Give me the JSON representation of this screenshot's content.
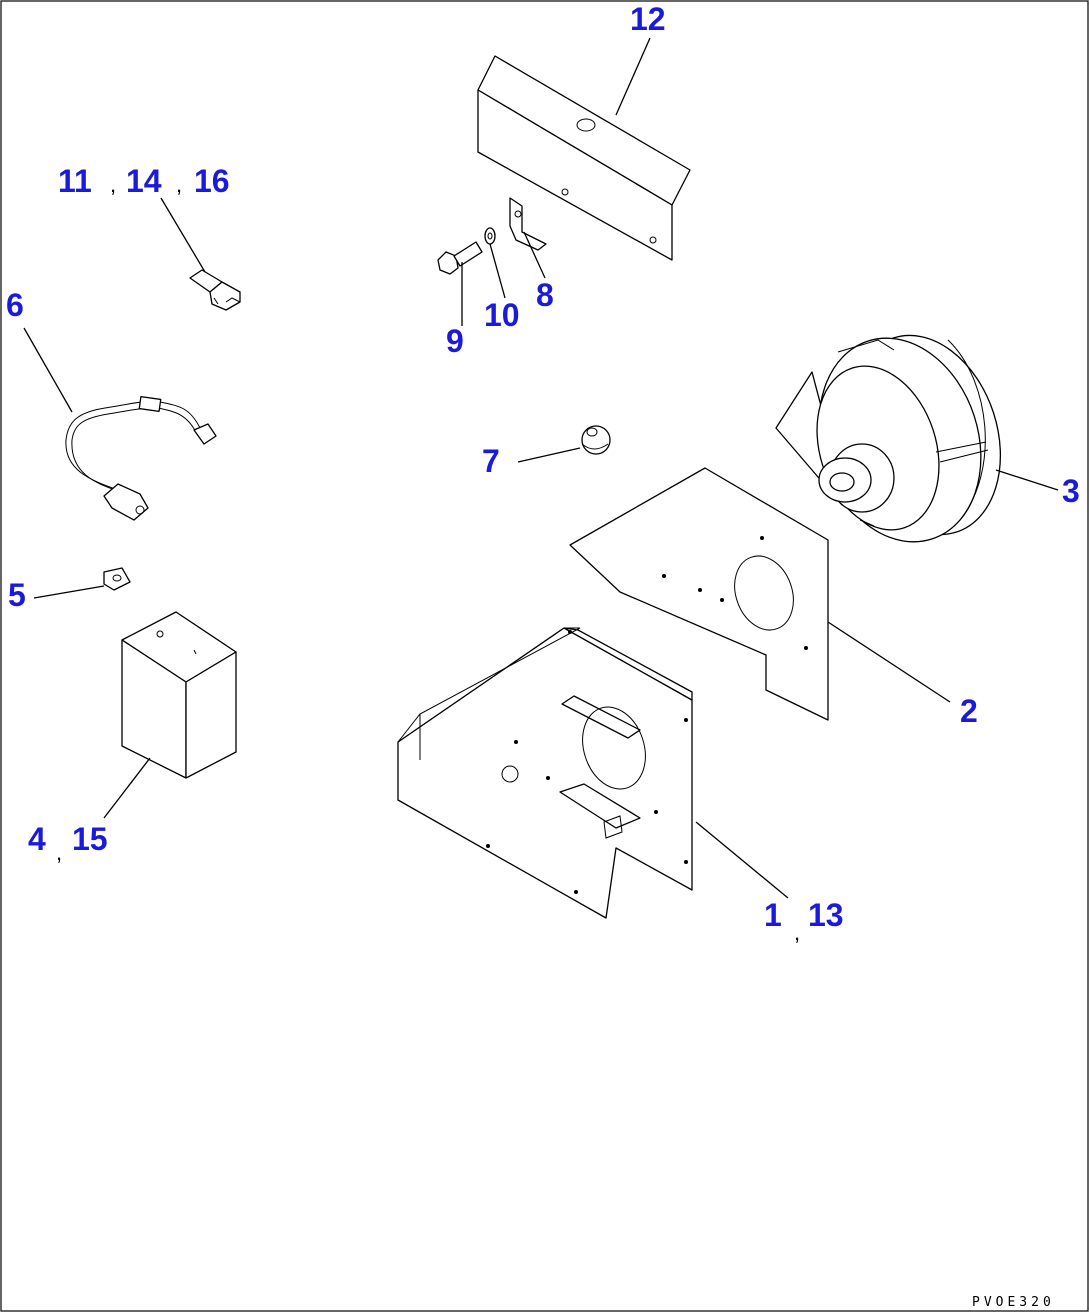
{
  "drawing_code": "PVOE320",
  "callouts": {
    "c12": "12",
    "c11": "11",
    "c14": "14",
    "c16": "16",
    "c6": "6",
    "c9": "9",
    "c10": "10",
    "c8": "8",
    "c7": "7",
    "c3": "3",
    "c5": "5",
    "c2": "2",
    "c4": "4",
    "c15": "15",
    "c1": "1",
    "c13": "13"
  },
  "separator": ","
}
